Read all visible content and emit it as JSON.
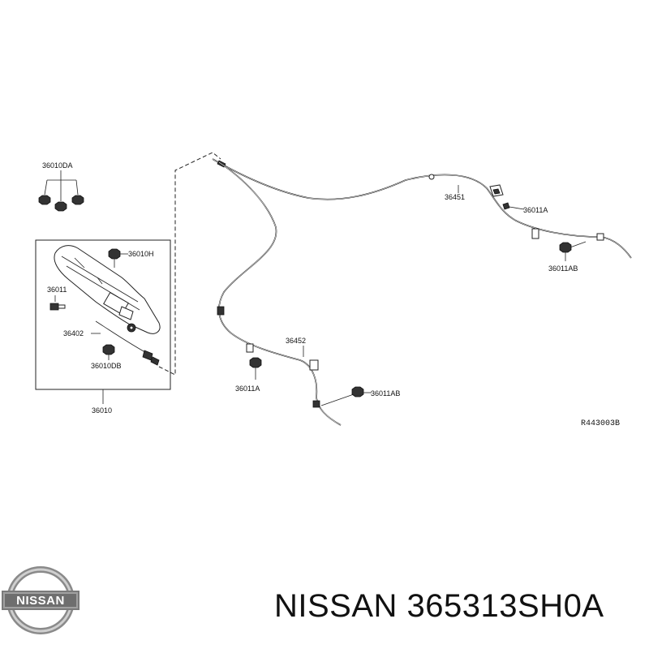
{
  "diagram": {
    "labels": {
      "p36010DA": "36010DA",
      "p36010H": "36010H",
      "p36011": "36011",
      "p36402": "36402",
      "p36010DB": "36010DB",
      "p36010": "36010",
      "p36451": "36451",
      "p36011A_top": "36011A",
      "p36011AB_top": "36011AB",
      "p36452": "36452",
      "p36011A_bottom": "36011A",
      "p36011AB_bottom": "36011AB",
      "ref_code": "R443003B"
    }
  },
  "footer": {
    "title": "NISSAN 365313SH0A",
    "logo_text": "NISSAN"
  }
}
